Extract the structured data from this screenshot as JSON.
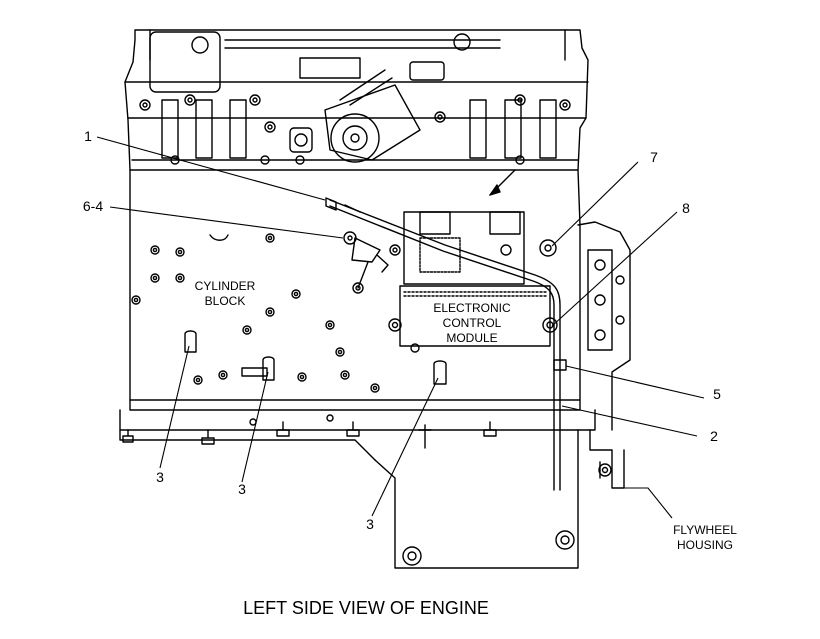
{
  "title": "LEFT SIDE VIEW OF ENGINE",
  "labels": {
    "cylinder_block": [
      "CYLINDER",
      "BLOCK"
    ],
    "ecm": [
      "ELECTRONIC",
      "CONTROL",
      "MODULE"
    ],
    "flywheel_housing": [
      "FLYWHEEL",
      "HOUSING"
    ]
  },
  "callouts": {
    "c1": "1",
    "c64": "6-4",
    "c7": "7",
    "c8": "8",
    "c5": "5",
    "c2": "2",
    "c3a": "3",
    "c3b": "3",
    "c3c": "3"
  }
}
